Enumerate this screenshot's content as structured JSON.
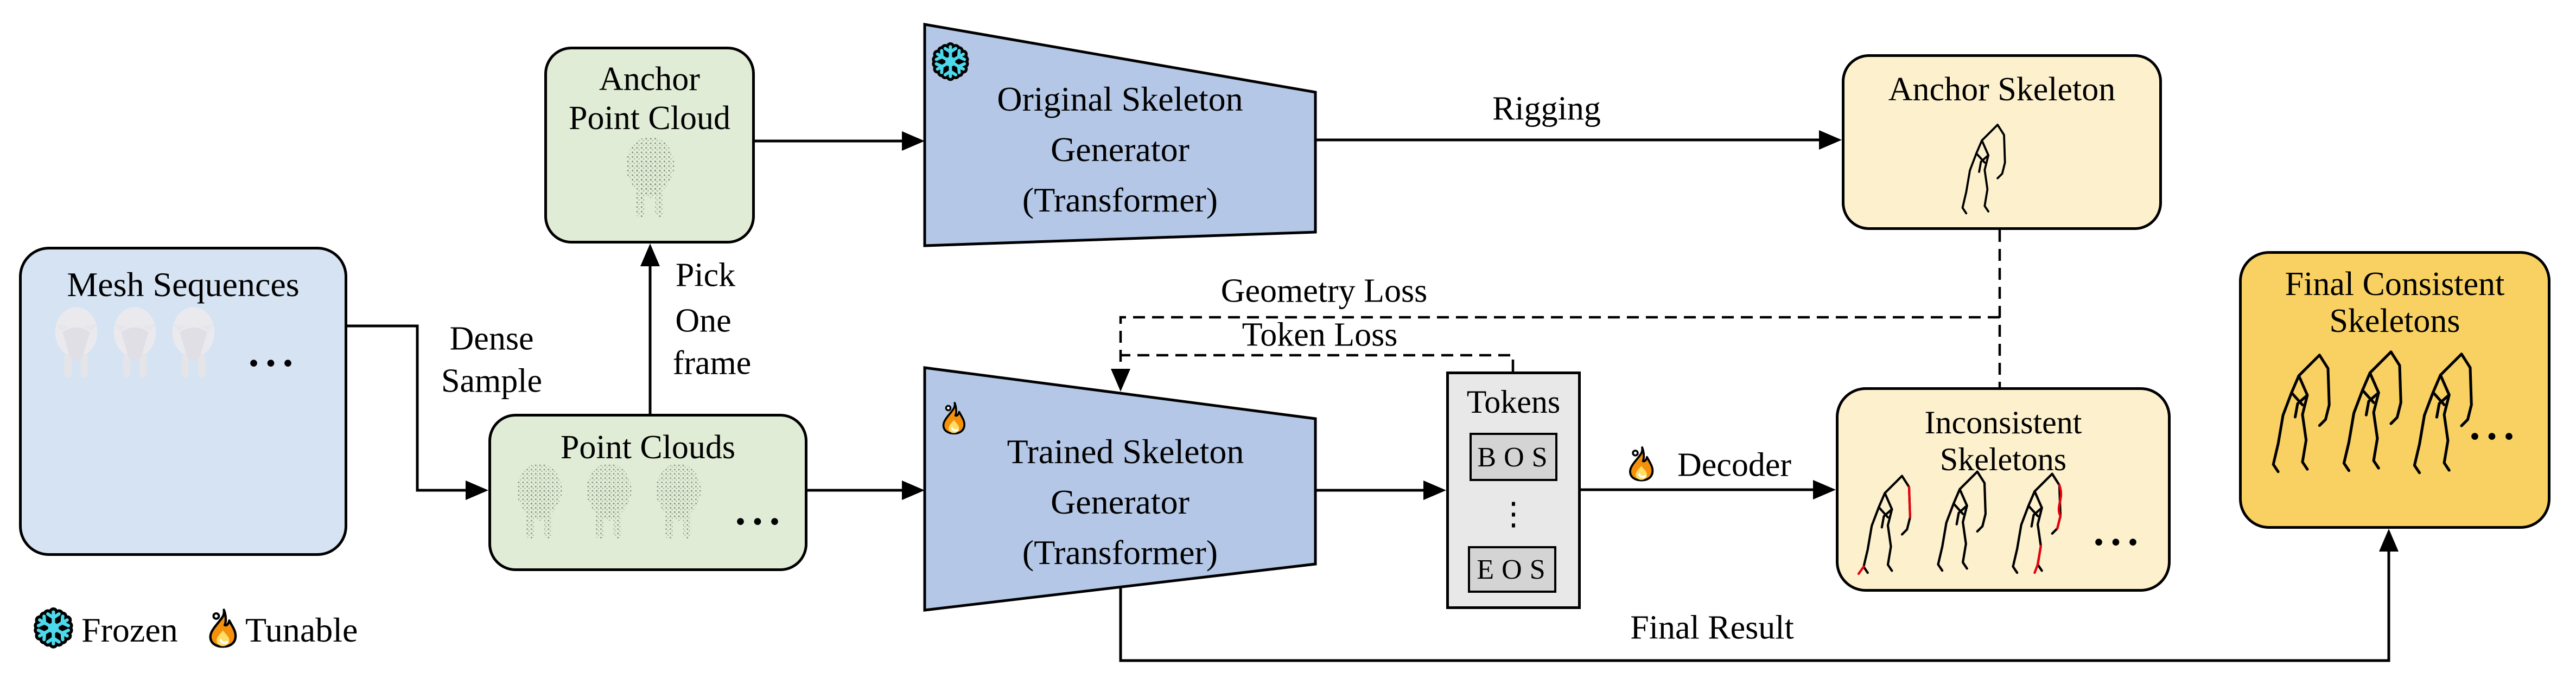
{
  "colors": {
    "mesh_box": "#D6E3F3",
    "point_cloud_box": "#E0ECD5",
    "transformer_trapezoid": "#B4C7E7",
    "tokens_box": "#E8E8E8",
    "token_chip": "#D4D4D4",
    "skeleton_box_cream": "#FCF0CD",
    "final_box_gold": "#F8D162",
    "inconsistent_bone_red": "#E8000D",
    "snowflake_cyan": "#4DD9EC",
    "flame_orange": "#F4900C",
    "flame_yellow": "#FFDD67",
    "line_black": "#000000"
  },
  "nodes": {
    "mesh_sequences": {
      "title": "Mesh Sequences",
      "ellipsis": "..."
    },
    "anchor_point_cloud": {
      "title_line1": "Anchor",
      "title_line2": "Point Cloud"
    },
    "point_clouds": {
      "title": "Point Clouds",
      "ellipsis": "..."
    },
    "original_generator": {
      "line1": "Original Skeleton",
      "line2": "Generator",
      "line3": "(Transformer)"
    },
    "trained_generator": {
      "line1": "Trained Skeleton",
      "line2": "Generator",
      "line3": "(Transformer)"
    },
    "tokens": {
      "title": "Tokens",
      "bos": "BOS",
      "dots": "⋮",
      "eos": "EOS"
    },
    "anchor_skeleton": {
      "title": "Anchor Skeleton"
    },
    "inconsistent_skeletons": {
      "line1": "Inconsistent",
      "line2": "Skeletons",
      "ellipsis": "..."
    },
    "final_skeletons": {
      "line1": "Final Consistent",
      "line2": "Skeletons",
      "ellipsis": "..."
    }
  },
  "edges": {
    "dense_sample_line1": "Dense",
    "dense_sample_line2": "Sample",
    "pick_one_frame_line1": "Pick",
    "pick_one_frame_line2": "One",
    "pick_one_frame_line3": "frame",
    "rigging": "Rigging",
    "geometry_loss": "Geometry Loss",
    "token_loss": "Token Loss",
    "decoder": "Decoder",
    "final_result": "Final Result"
  },
  "legend": {
    "frozen_label": "Frozen",
    "tunable_label": "Tunable"
  }
}
